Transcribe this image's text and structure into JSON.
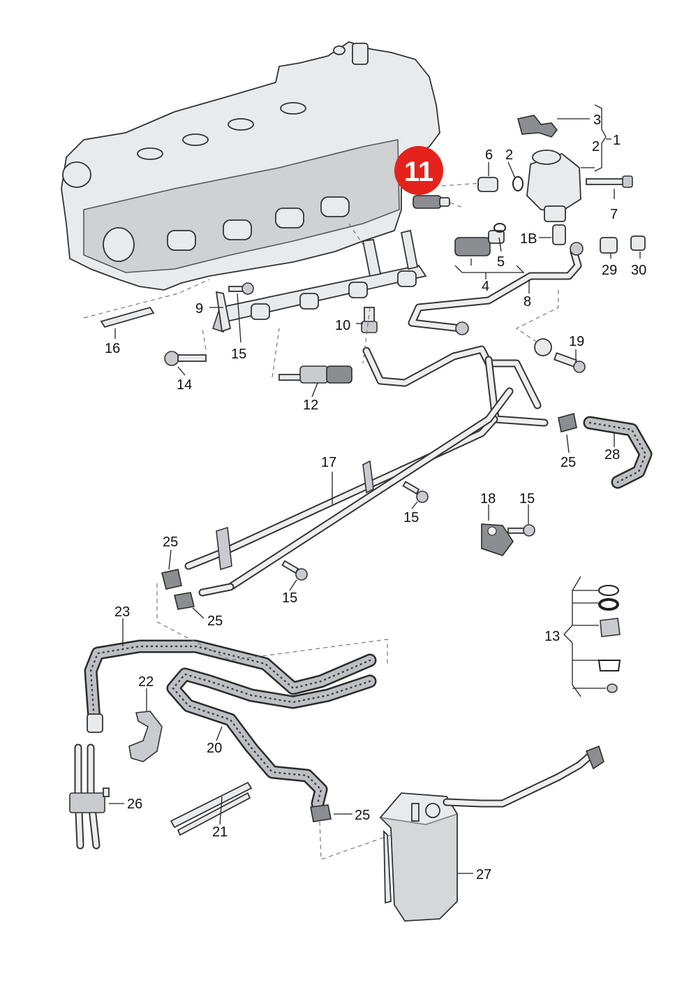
{
  "diagram": {
    "highlight": {
      "label": "11",
      "color": "#e3231b"
    },
    "callouts": {
      "p1": "1",
      "p1b": "1B",
      "p2a": "2",
      "p2b": "2",
      "p3": "3",
      "p4": "4",
      "p5": "5",
      "p6": "6",
      "p7": "7",
      "p8": "8",
      "p9": "9",
      "p10": "10",
      "p12": "12",
      "p13": "13",
      "p14": "14",
      "p15a": "15",
      "p15b": "15",
      "p15c": "15",
      "p15d": "15",
      "p16": "16",
      "p17": "17",
      "p18": "18",
      "p19": "19",
      "p20": "20",
      "p21": "21",
      "p22": "22",
      "p23": "23",
      "p25a": "25",
      "p25b": "25",
      "p25c": "25",
      "p25d": "25",
      "p26": "26",
      "p27": "27",
      "p28": "28",
      "p29": "29",
      "p30": "30"
    },
    "part_icons": [
      "cylinder-head-icon",
      "high-pressure-pump-icon",
      "fuel-rail-icon",
      "fuel-line-icon",
      "hose-icon",
      "charcoal-canister-icon",
      "sensor-icon",
      "bolt-icon",
      "hose-clamp-icon",
      "seal-ring-icon",
      "bracket-icon"
    ]
  }
}
